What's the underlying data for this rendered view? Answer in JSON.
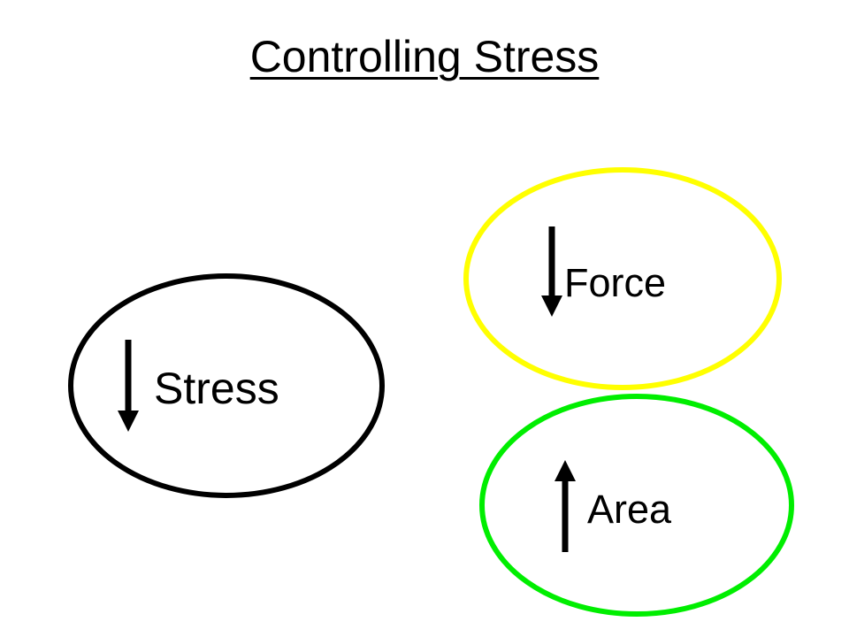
{
  "title": "Controlling Stress",
  "nodes": [
    {
      "id": "stress",
      "label": "Stress",
      "arrow": "down",
      "outline_color": "#000000"
    },
    {
      "id": "force",
      "label": "Force",
      "arrow": "down",
      "outline_color": "#FFFF00"
    },
    {
      "id": "area",
      "label": "Area",
      "arrow": "up",
      "outline_color": "#00EE00"
    }
  ],
  "colors": {
    "text": "#000000",
    "arrow": "#000000",
    "background": "#FFFFFF"
  }
}
